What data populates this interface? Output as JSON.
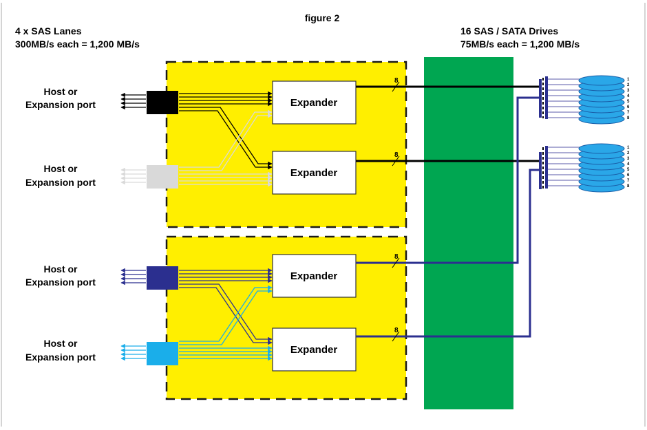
{
  "title": "figure 2",
  "left_heading": {
    "line1": "4 x SAS Lanes",
    "line2": "300MB/s each = 1,200 MB/s"
  },
  "right_heading": {
    "line1": "16 SAS / SATA Drives",
    "line2": "75MB/s each = 1,200 MB/s"
  },
  "ports": [
    {
      "line1": "Host or",
      "line2": "Expansion port",
      "color": "#000000"
    },
    {
      "line1": "Host or",
      "line2": "Expansion port",
      "color": "#d9d9d9"
    },
    {
      "line1": "Host or",
      "line2": "Expansion port",
      "color": "#2b2f8f"
    },
    {
      "line1": "Host or",
      "line2": "Expansion port",
      "color": "#1aaeea"
    }
  ],
  "expanders": [
    {
      "label": "Expander",
      "lane_count": "8"
    },
    {
      "label": "Expander",
      "lane_count": "8"
    },
    {
      "label": "Expander",
      "lane_count": "8"
    },
    {
      "label": "Expander",
      "lane_count": "8"
    }
  ],
  "drive_stacks": [
    {
      "numbers": [
        "1",
        "2",
        "3",
        "4",
        "5",
        "6",
        "7",
        "8"
      ]
    },
    {
      "numbers": [
        "1",
        "2",
        "3",
        "4",
        "5",
        "6",
        "7",
        "8"
      ]
    }
  ],
  "colors": {
    "enclosure": "#ffef00",
    "backplane": "#00a651",
    "drive": "#2aa7e8",
    "black": "#000000",
    "light_gray": "#d9d9d9",
    "navy": "#2b2f8f",
    "cyan": "#1aaeea"
  }
}
